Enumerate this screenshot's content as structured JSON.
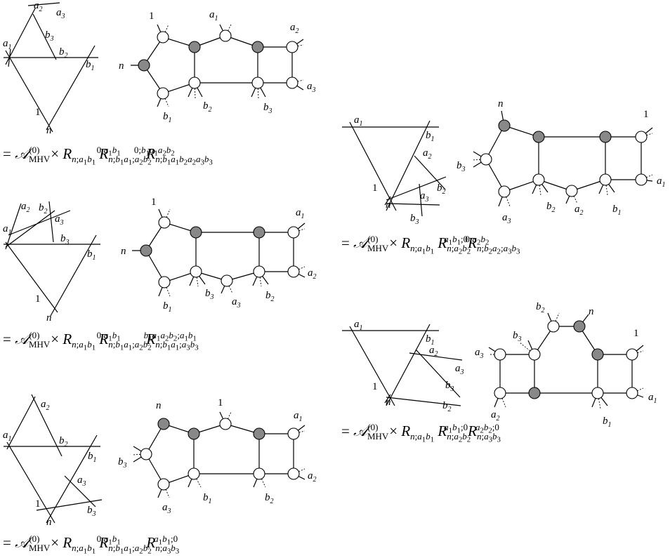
{
  "labels": {
    "one": "1",
    "n": "n",
    "a1": "a",
    "a2": "a",
    "a3": "a",
    "b1": "b",
    "b2": "b",
    "b3": "b",
    "s1": "1",
    "s2": "2",
    "s3": "3"
  },
  "formulas": [
    "= 𝒜MHV(0) × Rn;a1b1 Rn;b1a1;a2b2 0;a1b1 Rn;b1a1b2a2a3b3 0;b1a1a2b2",
    "= 𝒜MHV(0) × Rn;a1b1 Rn;b1a1;a2b2 0;a1b1 Rn;b1a1;a3b3 b1a1a2b2;a1b1",
    "= 𝒜MHV(0) × Rn;a1b1 Rn;b1a1;a2b2 0;a1b1 Rn;a3b3 a1b1;0",
    "= 𝒜MHV(0) × Rn;a1b1 Rn;a2b2 a1b1;0 Rn;b2a2;a3b3 0;a2b2",
    "= 𝒜MHV(0) × Rn;a1b1 Rn;a2b2 a1b1;0 Rn;a3b3 a2b2;0"
  ],
  "eq_parts": {
    "eq": "=",
    "A": "𝒜",
    "mhv": "MHV",
    "zero": "(0)",
    "times": "×",
    "R": "R"
  }
}
